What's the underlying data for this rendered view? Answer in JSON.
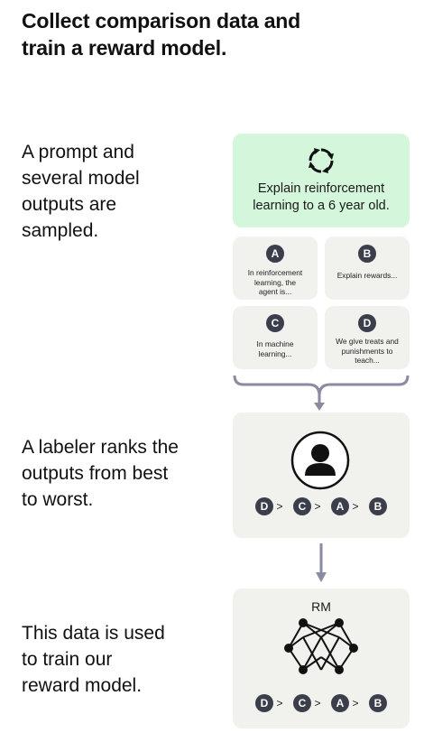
{
  "title": {
    "line1": "Collect comparison data and",
    "line2": "train a reward model."
  },
  "steps": [
    {
      "lines": [
        "A prompt and",
        "several model",
        "outputs are",
        "sampled."
      ]
    },
    {
      "lines": [
        "A labeler ranks the",
        "outputs from best",
        "to worst."
      ]
    },
    {
      "lines": [
        "This data is used",
        "to train our",
        "reward model."
      ]
    }
  ],
  "prompt": {
    "icon": "refresh-cycle-icon",
    "lines": [
      "Explain reinforcement",
      "learning to a 6 year old."
    ],
    "bg_color": "#d4f7dc"
  },
  "outputs": [
    {
      "letter": "A",
      "lines": [
        "In reinforcement",
        "learning, the",
        "agent is..."
      ]
    },
    {
      "letter": "B",
      "lines": [
        "Explain rewards..."
      ]
    },
    {
      "letter": "C",
      "lines": [
        "In machine",
        "learning..."
      ]
    },
    {
      "letter": "D",
      "lines": [
        "We give treats and",
        "punishments to",
        "teach..."
      ]
    }
  ],
  "labeler": {
    "icon": "person-icon",
    "ranking": [
      "D",
      ">",
      "C",
      ">",
      "A",
      ">",
      "B"
    ]
  },
  "reward_model": {
    "label": "RM",
    "icon": "neural-network-icon",
    "ranking": [
      "D",
      ">",
      "C",
      ">",
      "A",
      ">",
      "B"
    ]
  },
  "colors": {
    "badge": "#3b3f4c",
    "card": "#f1f1ee",
    "connector": "#8a8aa0"
  }
}
